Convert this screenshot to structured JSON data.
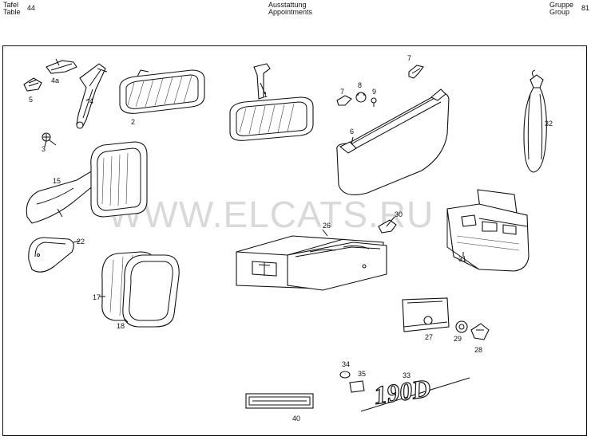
{
  "header": {
    "tafel_label": "Tafel",
    "table_label": "Table",
    "table_number": "44",
    "title_de": "Ausstattung",
    "title_en": "Appointments",
    "gruppe_label": "Gruppe",
    "group_label": "Group",
    "group_number": "81"
  },
  "watermark": "WWW.ELCATS.RU",
  "emblem_text": "190D",
  "labels": {
    "p1": "1",
    "p2": "2",
    "p3": "3",
    "p4": "4",
    "p4a": "4a",
    "p5": "5",
    "p6": "6",
    "p7a": "7",
    "p7b": "7",
    "p8": "8",
    "p9": "9",
    "p15": "15",
    "p17": "17",
    "p18": "18",
    "p22": "22",
    "p26": "26",
    "p27": "27",
    "p28": "28",
    "p29": "29",
    "p30": "30",
    "p31": "31",
    "p32": "32",
    "p33": "33",
    "p34": "34",
    "p35": "35",
    "p40": "40"
  }
}
